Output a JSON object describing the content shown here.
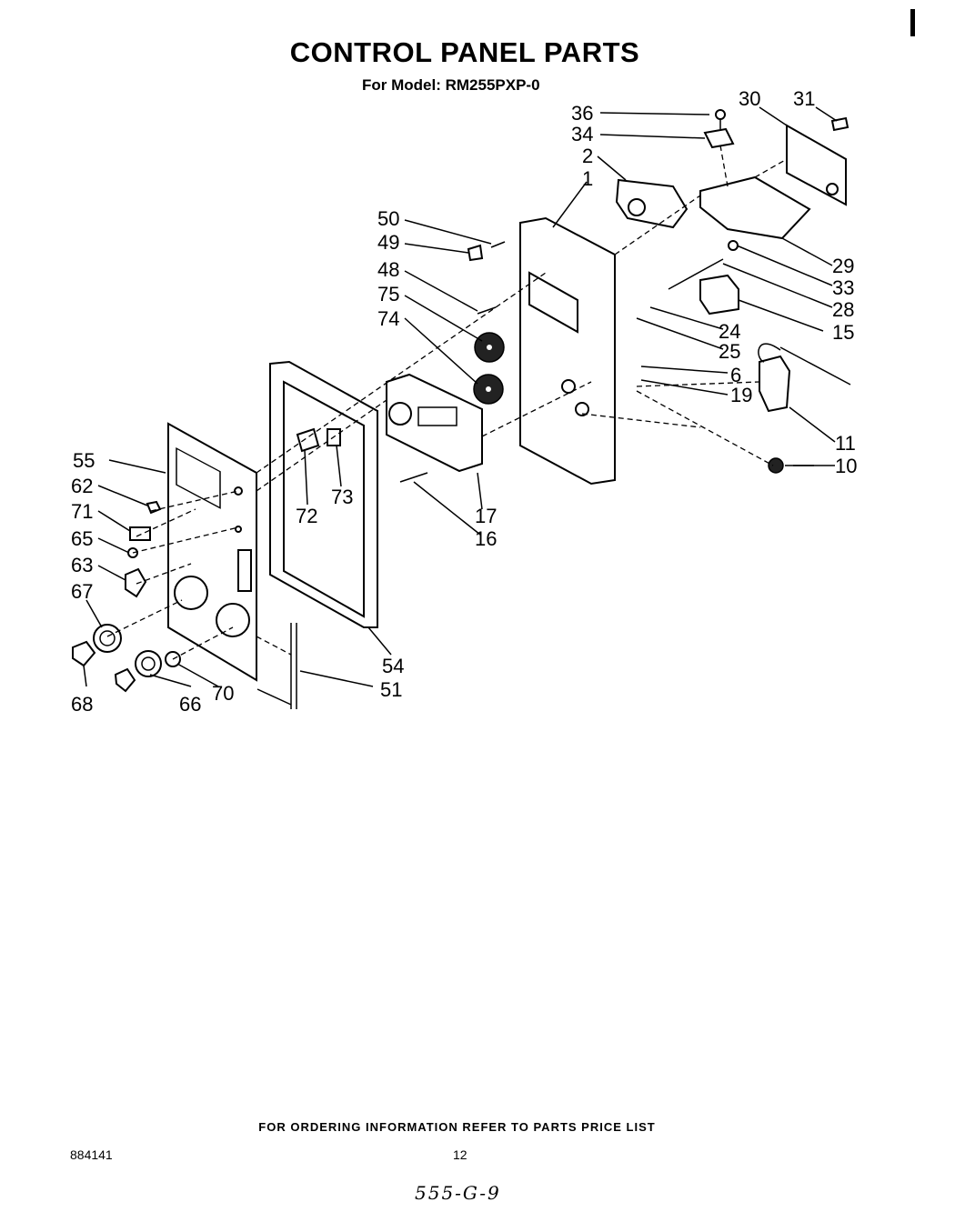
{
  "header": {
    "title": "CONTROL PANEL PARTS",
    "subtitle": "For Model: RM255PXP-0"
  },
  "footer": {
    "ordering_info": "FOR ORDERING INFORMATION REFER TO PARTS PRICE LIST",
    "doc_number": "884141",
    "page_number": "12",
    "handwritten_note": "555-G-9"
  },
  "callouts": [
    "36",
    "34",
    "2",
    "1",
    "30",
    "31",
    "50",
    "49",
    "48",
    "75",
    "74",
    "29",
    "33",
    "28",
    "24",
    "15",
    "25",
    "6",
    "19",
    "11",
    "10",
    "55",
    "62",
    "71",
    "65",
    "63",
    "67",
    "68",
    "66",
    "70",
    "72",
    "73",
    "17",
    "16",
    "54",
    "51"
  ]
}
